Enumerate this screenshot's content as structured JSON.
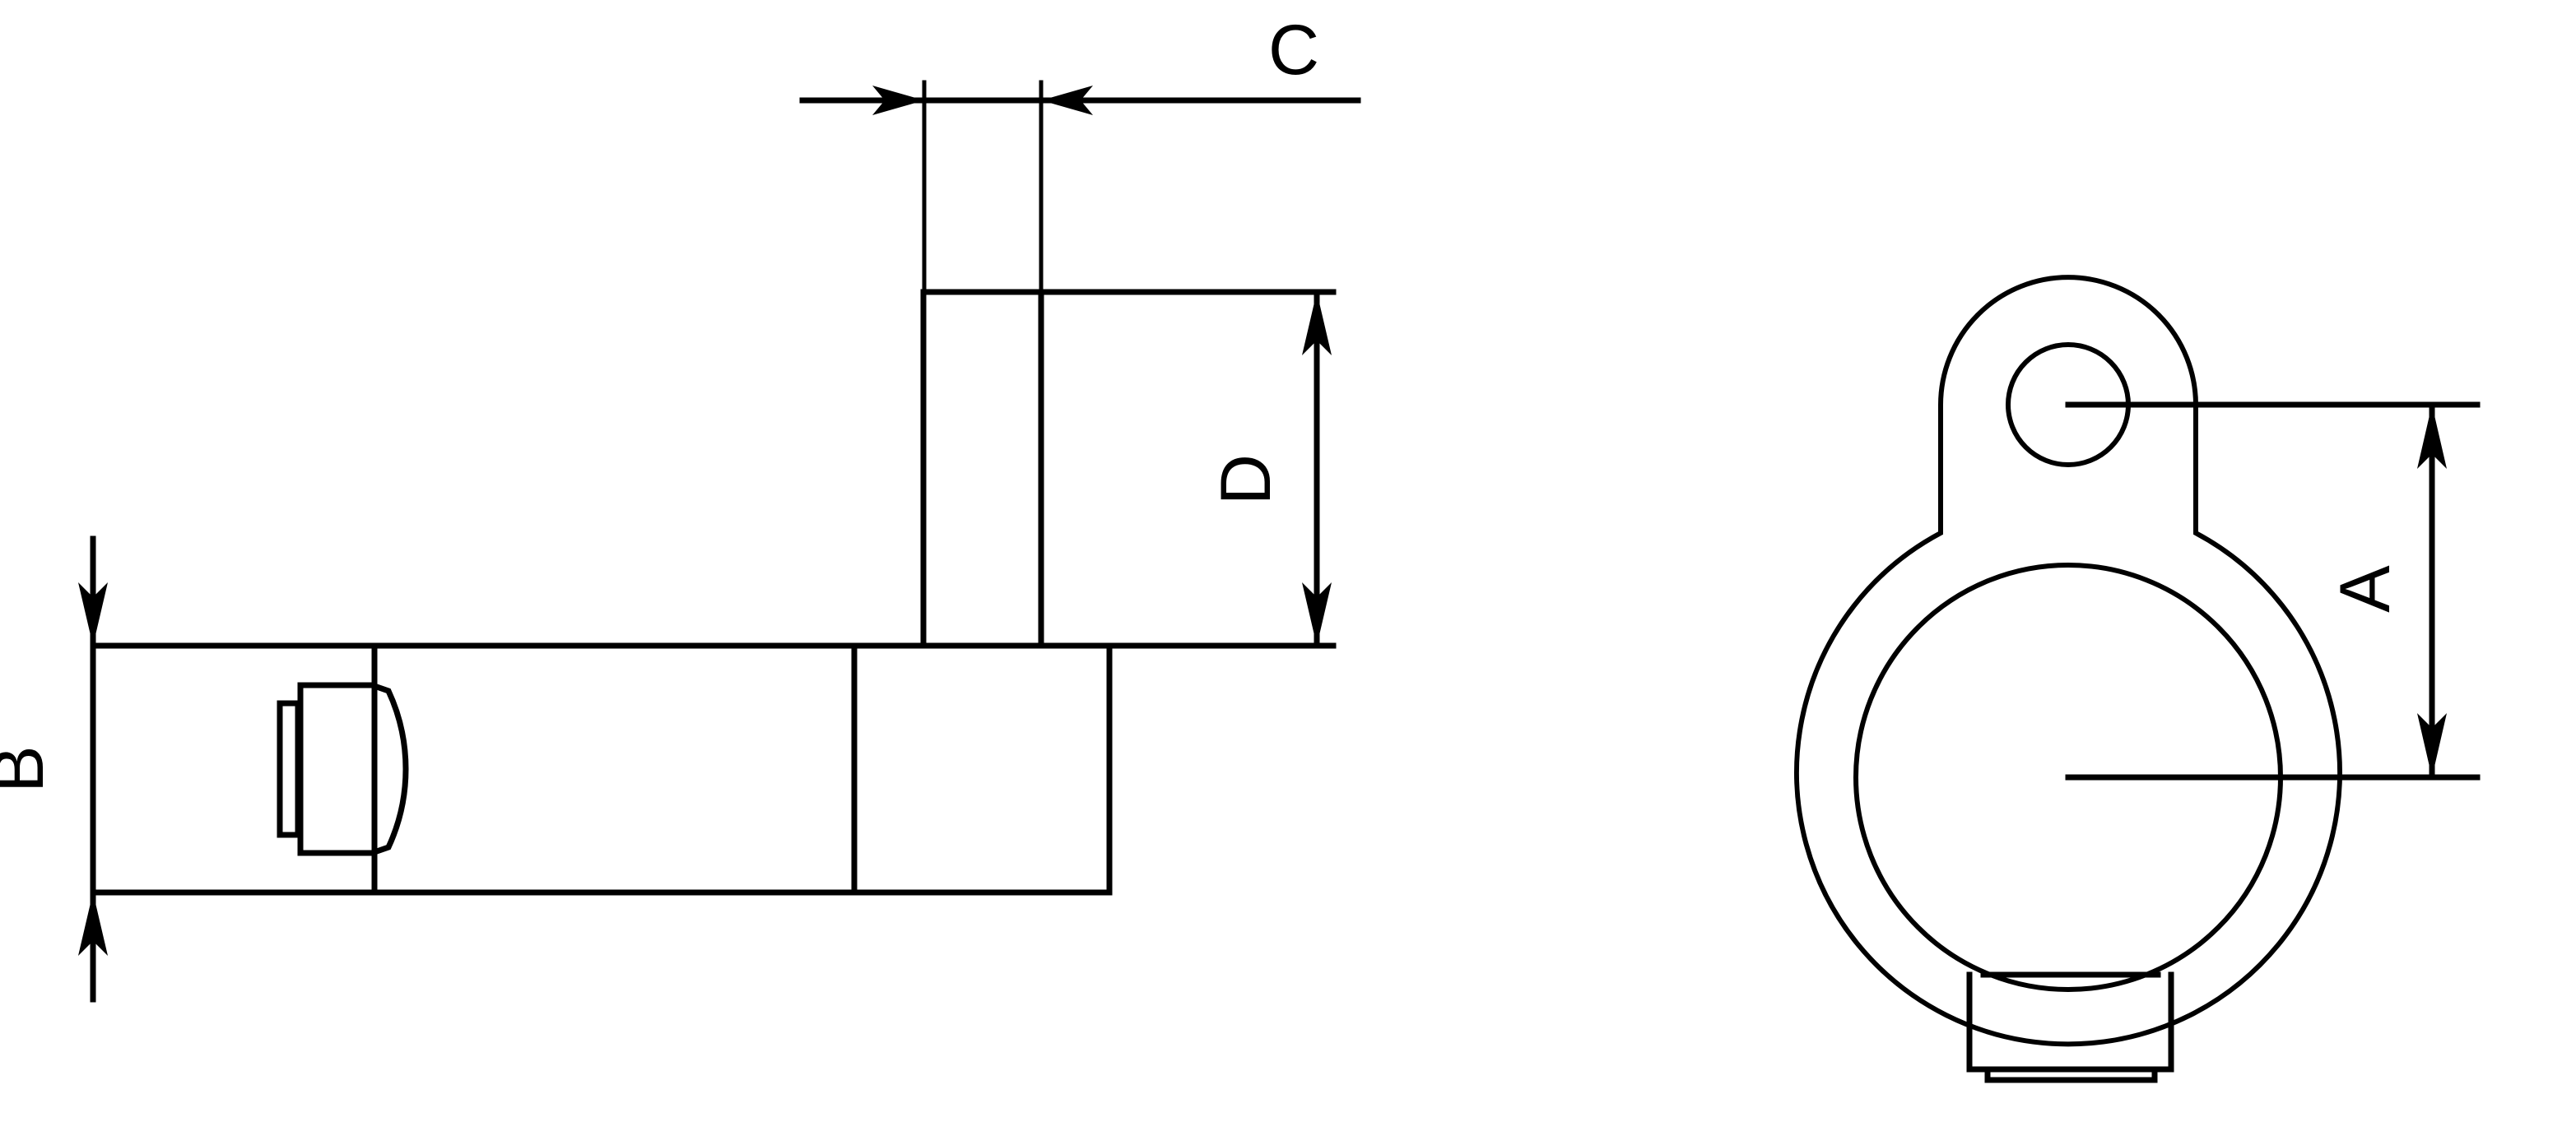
{
  "drawing": {
    "title": "Two-view engineering part drawing",
    "background_color": "#ffffff",
    "line_color": "#000000",
    "views": [
      {
        "name": "side-elevation-view",
        "description": "Left orthographic side view showing L-shaped body with vertical post and spring clip detail"
      },
      {
        "name": "front-circular-view",
        "description": "Right orthographic view showing circular clamp ring with top mounting lug and small bore"
      }
    ]
  },
  "dimensions": {
    "a": {
      "label": "A",
      "name": "dimension-a",
      "orientation": "vertical",
      "view": "front-circular-view",
      "measures": "centre of lug bore to centre of main bore"
    },
    "b": {
      "label": "B",
      "name": "dimension-b",
      "orientation": "vertical",
      "view": "side-elevation-view",
      "measures": "overall height of horizontal body"
    },
    "c": {
      "label": "C",
      "name": "dimension-c",
      "orientation": "horizontal",
      "view": "side-elevation-view",
      "measures": "width of vertical post"
    },
    "d": {
      "label": "D",
      "name": "dimension-d",
      "orientation": "vertical",
      "view": "side-elevation-view",
      "measures": "height of vertical post above body"
    }
  },
  "labels": {
    "a_text": "A",
    "b_text": "B",
    "c_text": "C",
    "d_text": "D"
  }
}
